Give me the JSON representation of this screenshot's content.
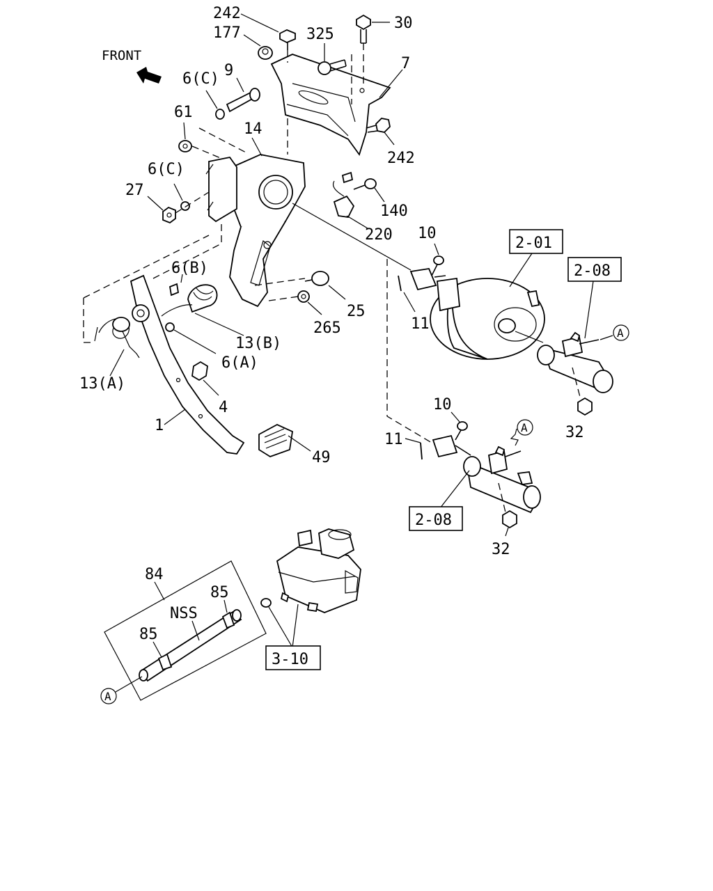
{
  "front_label": "FRONT",
  "callout_letter": "A",
  "labels": {
    "p242a": "242",
    "p177": "177",
    "p325": "325",
    "p30": "30",
    "p7": "7",
    "p242b": "242",
    "p9": "9",
    "p6c1": "6(C)",
    "p61": "61",
    "p14": "14",
    "p6c2": "6(C)",
    "p27": "27",
    "p140": "140",
    "p220": "220",
    "p6b": "6(B)",
    "p25": "25",
    "p265": "265",
    "p13b": "13(B)",
    "p6a": "6(A)",
    "p13a": "13(A)",
    "p4": "4",
    "p1": "1",
    "p49": "49",
    "p10a": "10",
    "p11a": "11",
    "p32a": "32",
    "p10b": "10",
    "p11b": "11",
    "p32b": "32",
    "p84": "84",
    "nss": "NSS",
    "p85a": "85",
    "p85b": "85"
  },
  "ref_boxes": {
    "r201": "2-01",
    "r208a": "2-08",
    "r208b": "2-08",
    "r310": "3-10"
  }
}
